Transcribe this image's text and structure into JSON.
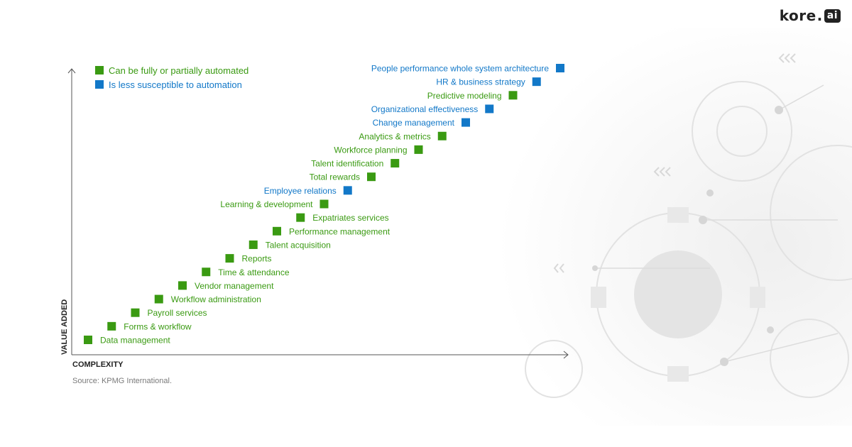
{
  "brand": {
    "name": "kore",
    "suffix": "ai"
  },
  "source": "Source: KPMG International.",
  "colors": {
    "automated": "#3a9a12",
    "less_susceptible": "#1278c8",
    "axis": "#555555"
  },
  "chart_data": {
    "type": "scatter",
    "xlabel": "COMPLEXITY",
    "ylabel": "VALUE ADDED",
    "legend": {
      "placement": "top-left",
      "entries": [
        {
          "key": "automated",
          "label": "Can be fully or partially automated",
          "color": "#3a9a12"
        },
        {
          "key": "less_susceptible",
          "label": "Is less susceptible to automation",
          "color": "#1278c8"
        }
      ]
    },
    "grid": false,
    "points": [
      {
        "rank": 1,
        "label": "Data management",
        "category": "automated",
        "side": "right"
      },
      {
        "rank": 2,
        "label": "Forms & workflow",
        "category": "automated",
        "side": "right"
      },
      {
        "rank": 3,
        "label": "Payroll services",
        "category": "automated",
        "side": "right"
      },
      {
        "rank": 4,
        "label": "Workflow administration",
        "category": "automated",
        "side": "right"
      },
      {
        "rank": 5,
        "label": "Vendor management",
        "category": "automated",
        "side": "right"
      },
      {
        "rank": 6,
        "label": "Time & attendance",
        "category": "automated",
        "side": "right"
      },
      {
        "rank": 7,
        "label": "Reports",
        "category": "automated",
        "side": "right"
      },
      {
        "rank": 8,
        "label": "Talent acquisition",
        "category": "automated",
        "side": "right"
      },
      {
        "rank": 9,
        "label": "Performance management",
        "category": "automated",
        "side": "right"
      },
      {
        "rank": 10,
        "label": "Expatriates services",
        "category": "automated",
        "side": "right"
      },
      {
        "rank": 11,
        "label": "Learning & development",
        "category": "automated",
        "side": "left"
      },
      {
        "rank": 12,
        "label": "Employee relations",
        "category": "less_susceptible",
        "side": "left"
      },
      {
        "rank": 13,
        "label": "Total rewards",
        "category": "automated",
        "side": "left"
      },
      {
        "rank": 14,
        "label": "Talent identification",
        "category": "automated",
        "side": "left"
      },
      {
        "rank": 15,
        "label": "Workforce planning",
        "category": "automated",
        "side": "left"
      },
      {
        "rank": 16,
        "label": "Analytics & metrics",
        "category": "automated",
        "side": "left"
      },
      {
        "rank": 17,
        "label": "Change management",
        "category": "less_susceptible",
        "side": "left"
      },
      {
        "rank": 18,
        "label": "Organizational effectiveness",
        "category": "less_susceptible",
        "side": "left"
      },
      {
        "rank": 19,
        "label": "Predictive modeling",
        "category": "automated",
        "side": "left"
      },
      {
        "rank": 20,
        "label": "HR & business strategy",
        "category": "less_susceptible",
        "side": "left"
      },
      {
        "rank": 21,
        "label": "People performance whole system architecture",
        "category": "less_susceptible",
        "side": "left"
      }
    ]
  }
}
